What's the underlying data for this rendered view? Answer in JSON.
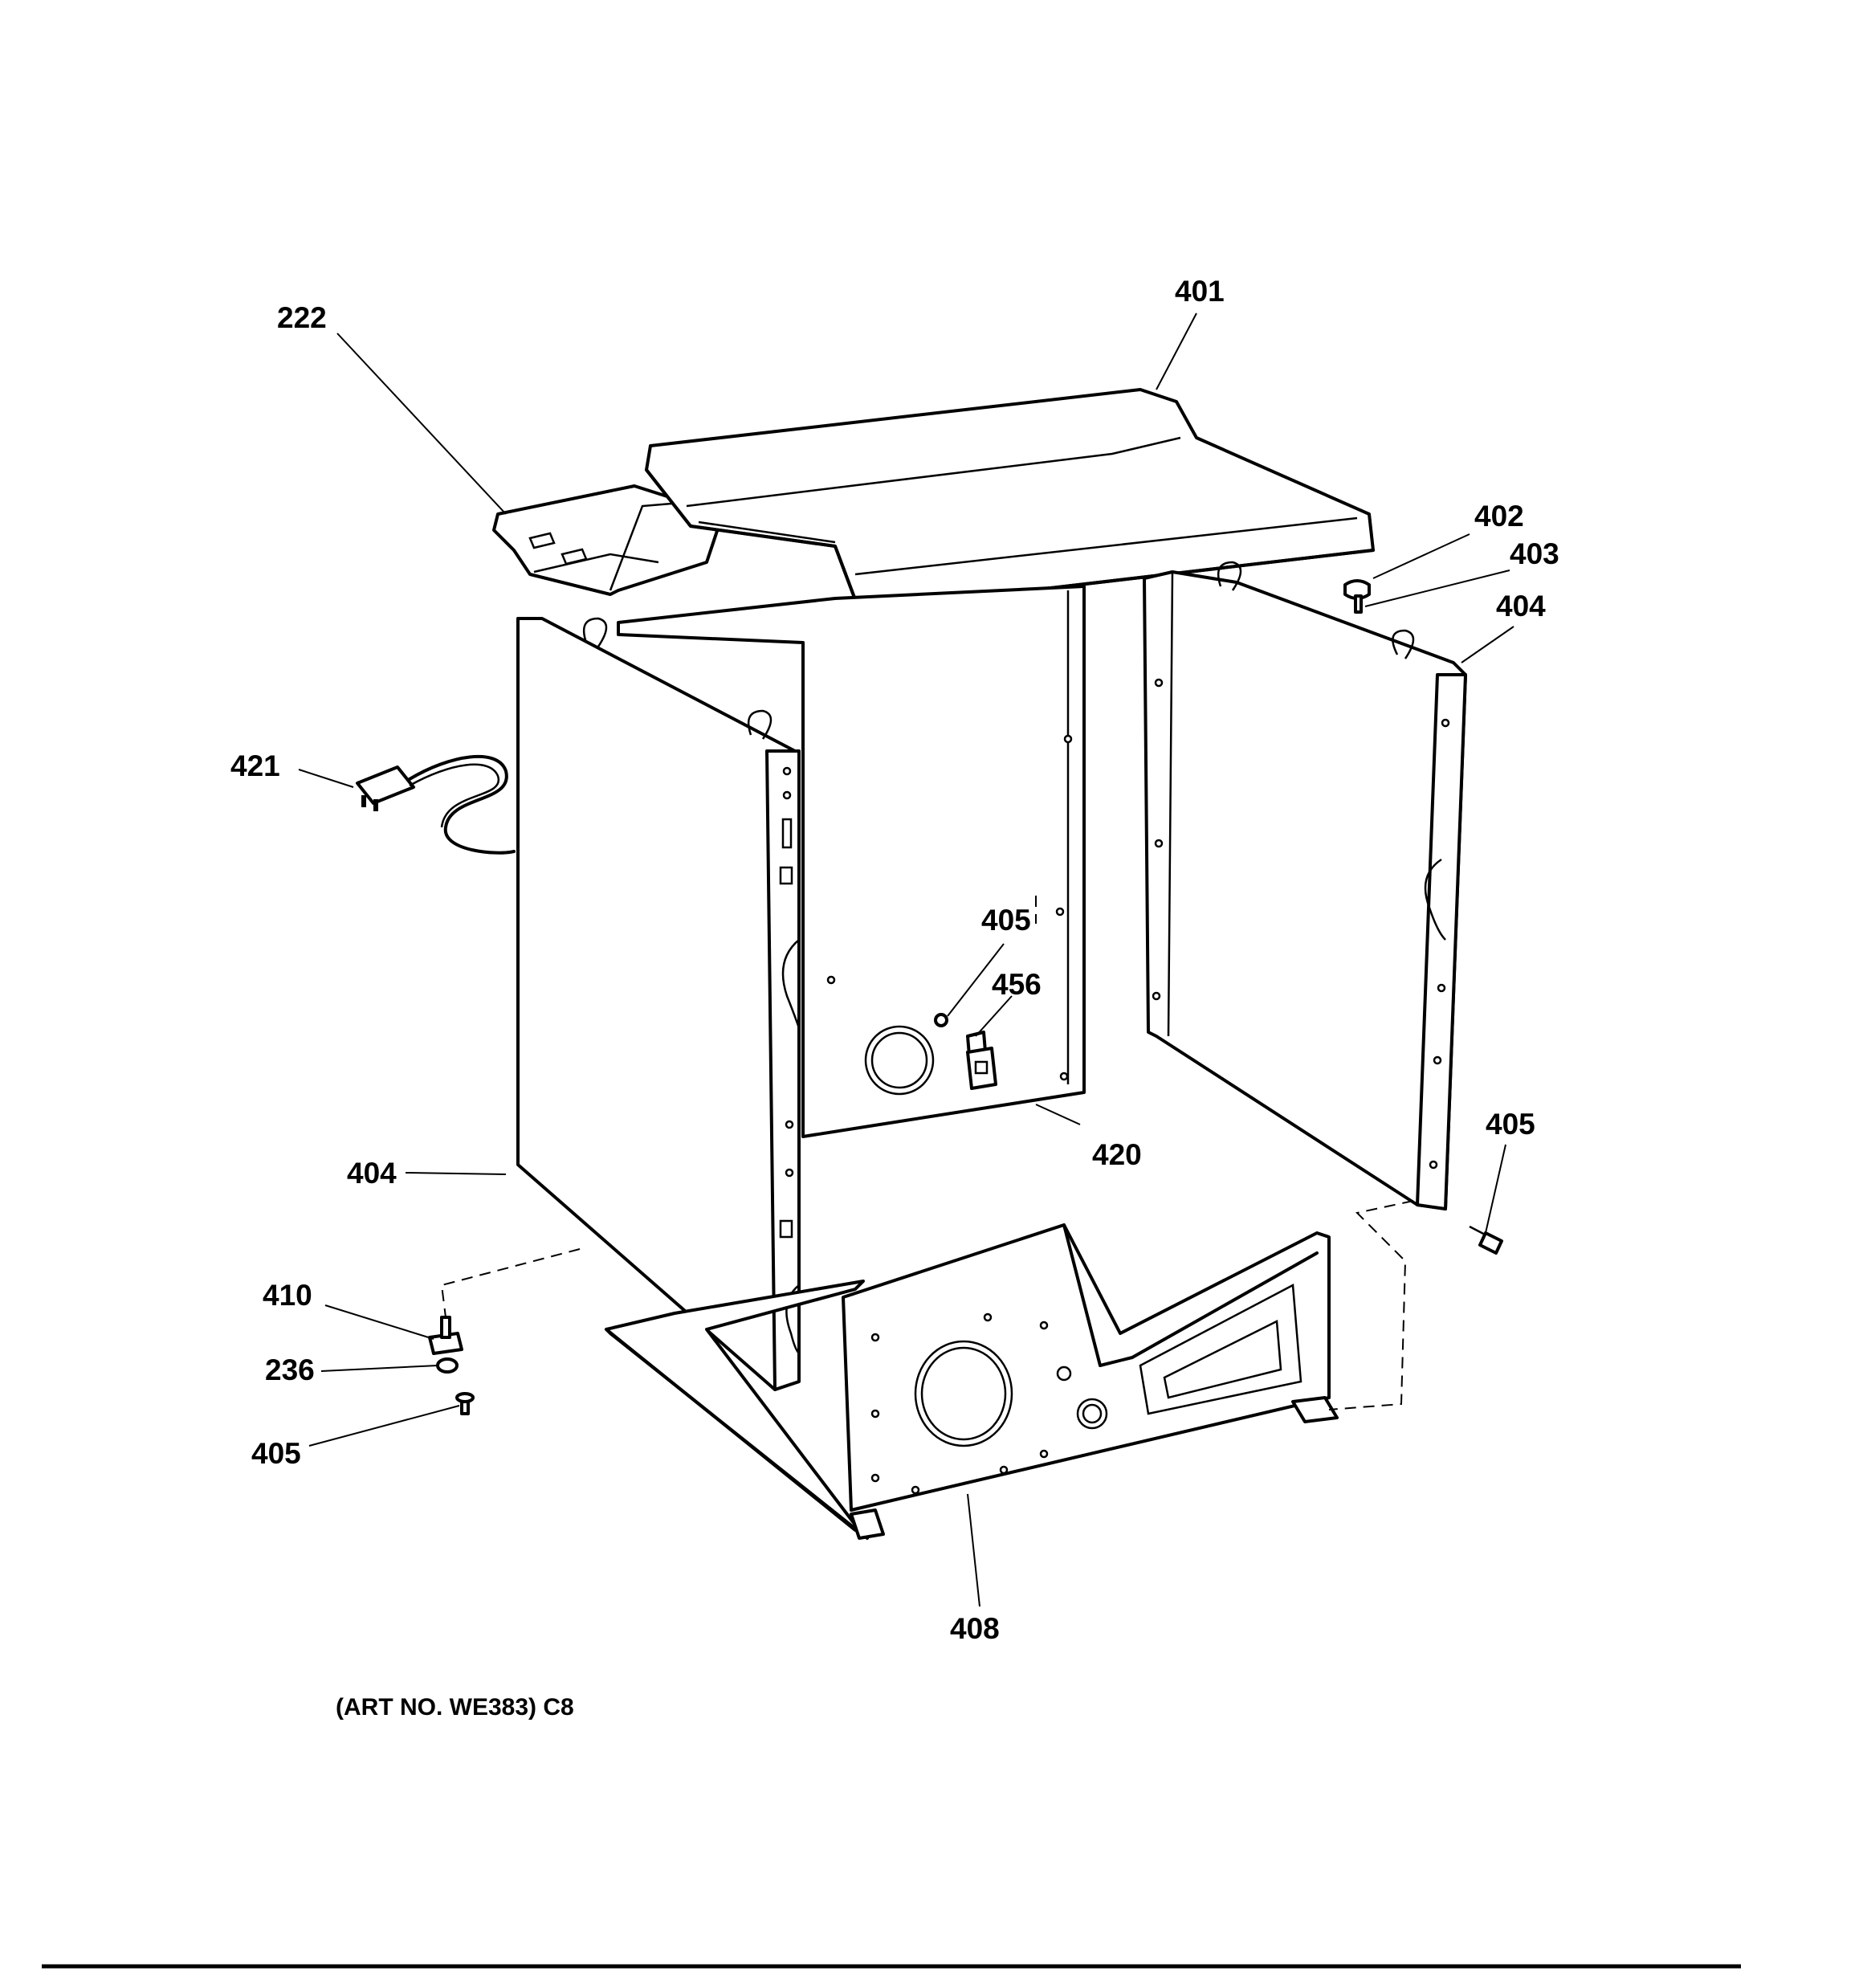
{
  "callouts": {
    "c222": "222",
    "c401": "401",
    "c402": "402",
    "c403": "403",
    "c404_right": "404",
    "c421": "421",
    "c405_center": "405",
    "c456": "456",
    "c405_right": "405",
    "c420": "420",
    "c404_left": "404",
    "c410": "410",
    "c236": "236",
    "c405_left": "405",
    "c408": "408"
  },
  "art_number": "(ART NO. WE383) C8"
}
